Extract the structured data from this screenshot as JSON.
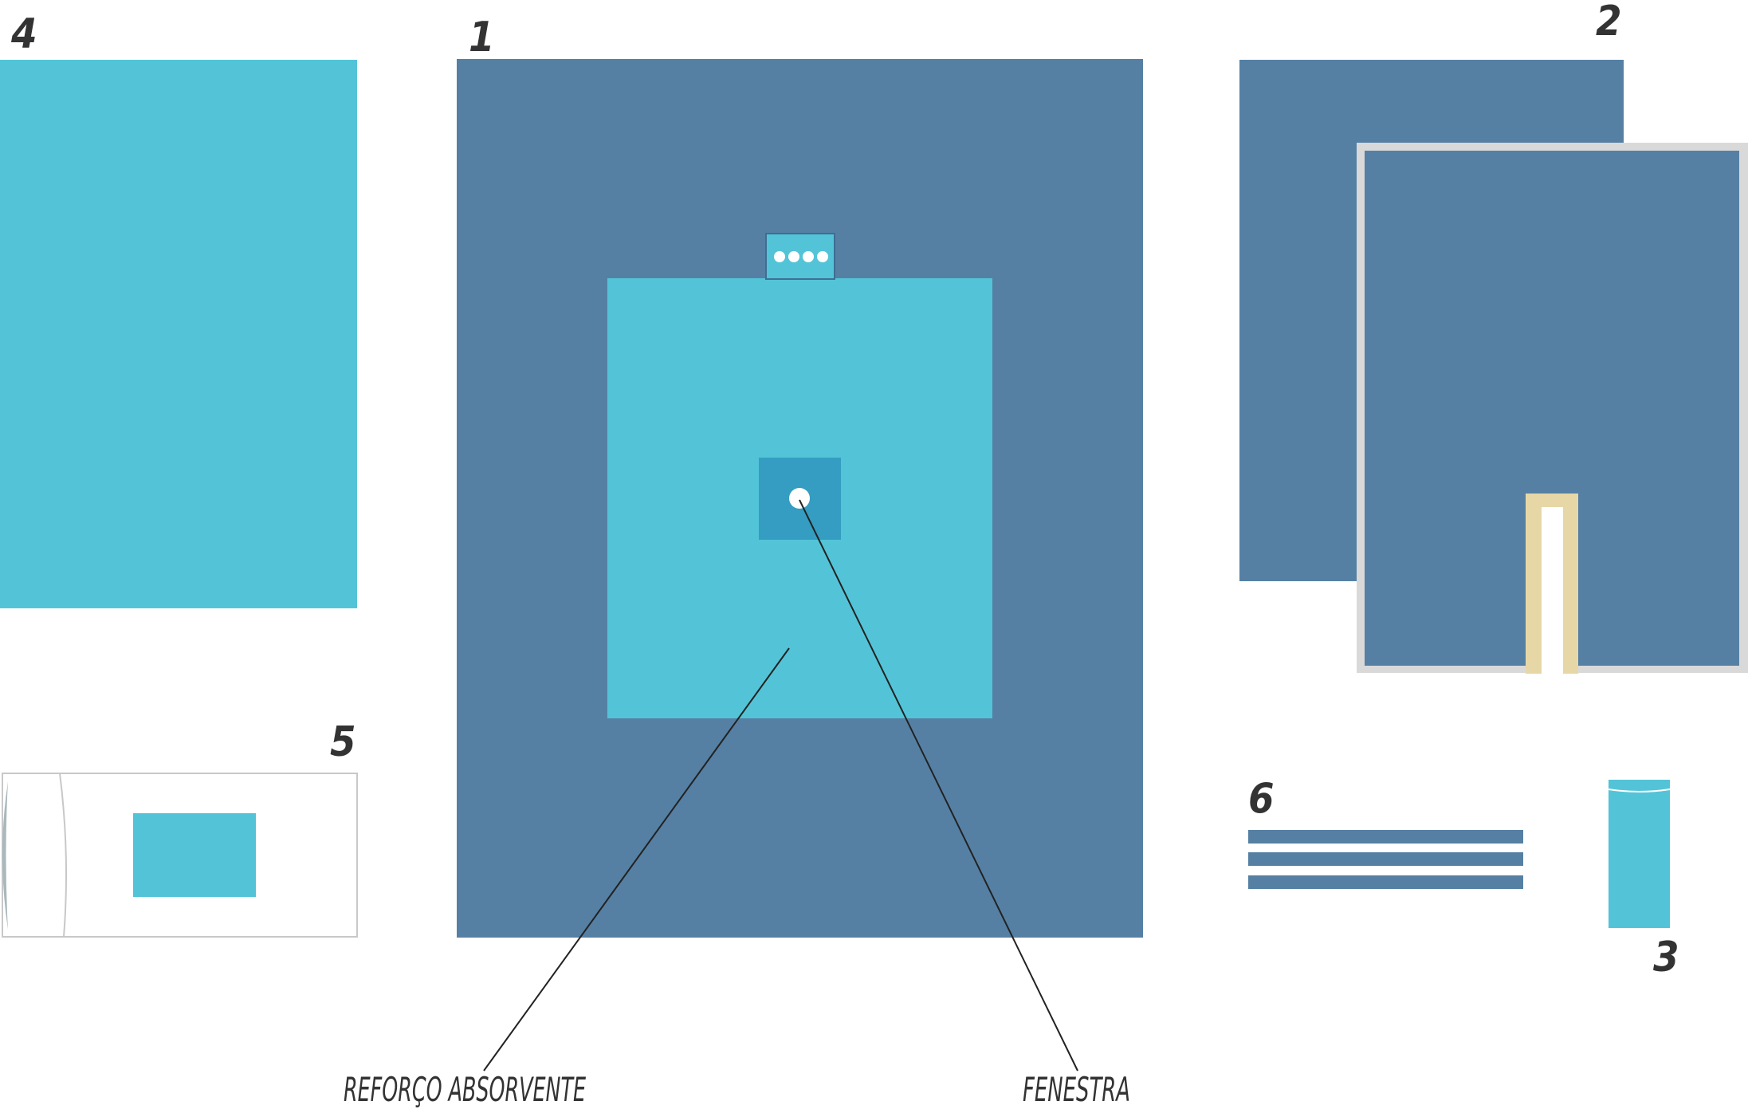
{
  "items": {
    "drape_large": {
      "number": "1"
    },
    "drape_split": {
      "number": "2"
    },
    "cover_roll": {
      "number": "3"
    },
    "sheet_single": {
      "number": "4"
    },
    "pouch": {
      "number": "5"
    },
    "strips": {
      "number": "6"
    }
  },
  "callouts": {
    "absorbent": "REFORÇO ABSORVENTE",
    "fenestra": "FENESTRA"
  },
  "colors": {
    "dark_blue": "#5580A4",
    "light_cyan": "#53C4D7",
    "mid_cyan": "#349DC1",
    "tape_beige": "#E7D7A6",
    "frame_gray": "#D9D9D9",
    "pouch_border": "#C8C8C8",
    "text": "#333333"
  }
}
